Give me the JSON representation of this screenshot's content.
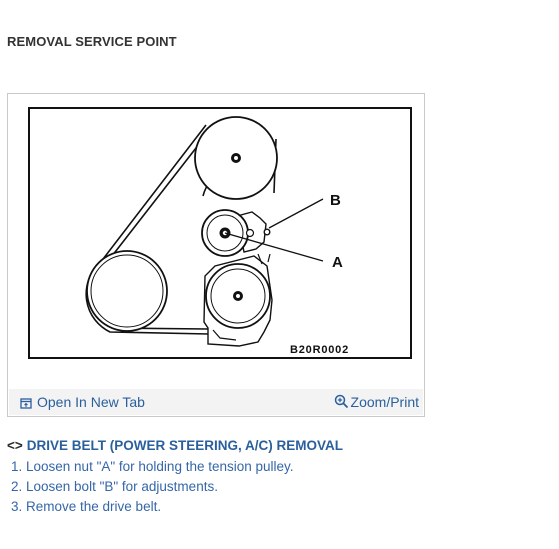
{
  "section": {
    "title": "REMOVAL SERVICE POINT"
  },
  "figure": {
    "label_b": "B",
    "label_a": "A",
    "figure_code": "B20R0002",
    "open_tab_label": "Open In New Tab",
    "zoom_label": "Zoom/Print"
  },
  "procedure": {
    "marker": "<>",
    "title": "DRIVE BELT (POWER STEERING, A/C) REMOVAL",
    "steps": [
      "1. Loosen nut \"A\" for holding the tension pulley.",
      "2. Loosen bolt \"B\" for adjustments.",
      "3. Remove the drive belt."
    ]
  },
  "colors": {
    "link": "#2a5f9e",
    "toolbar_bg": "#f3f3f3",
    "frame_border": "#c9c9c9"
  }
}
